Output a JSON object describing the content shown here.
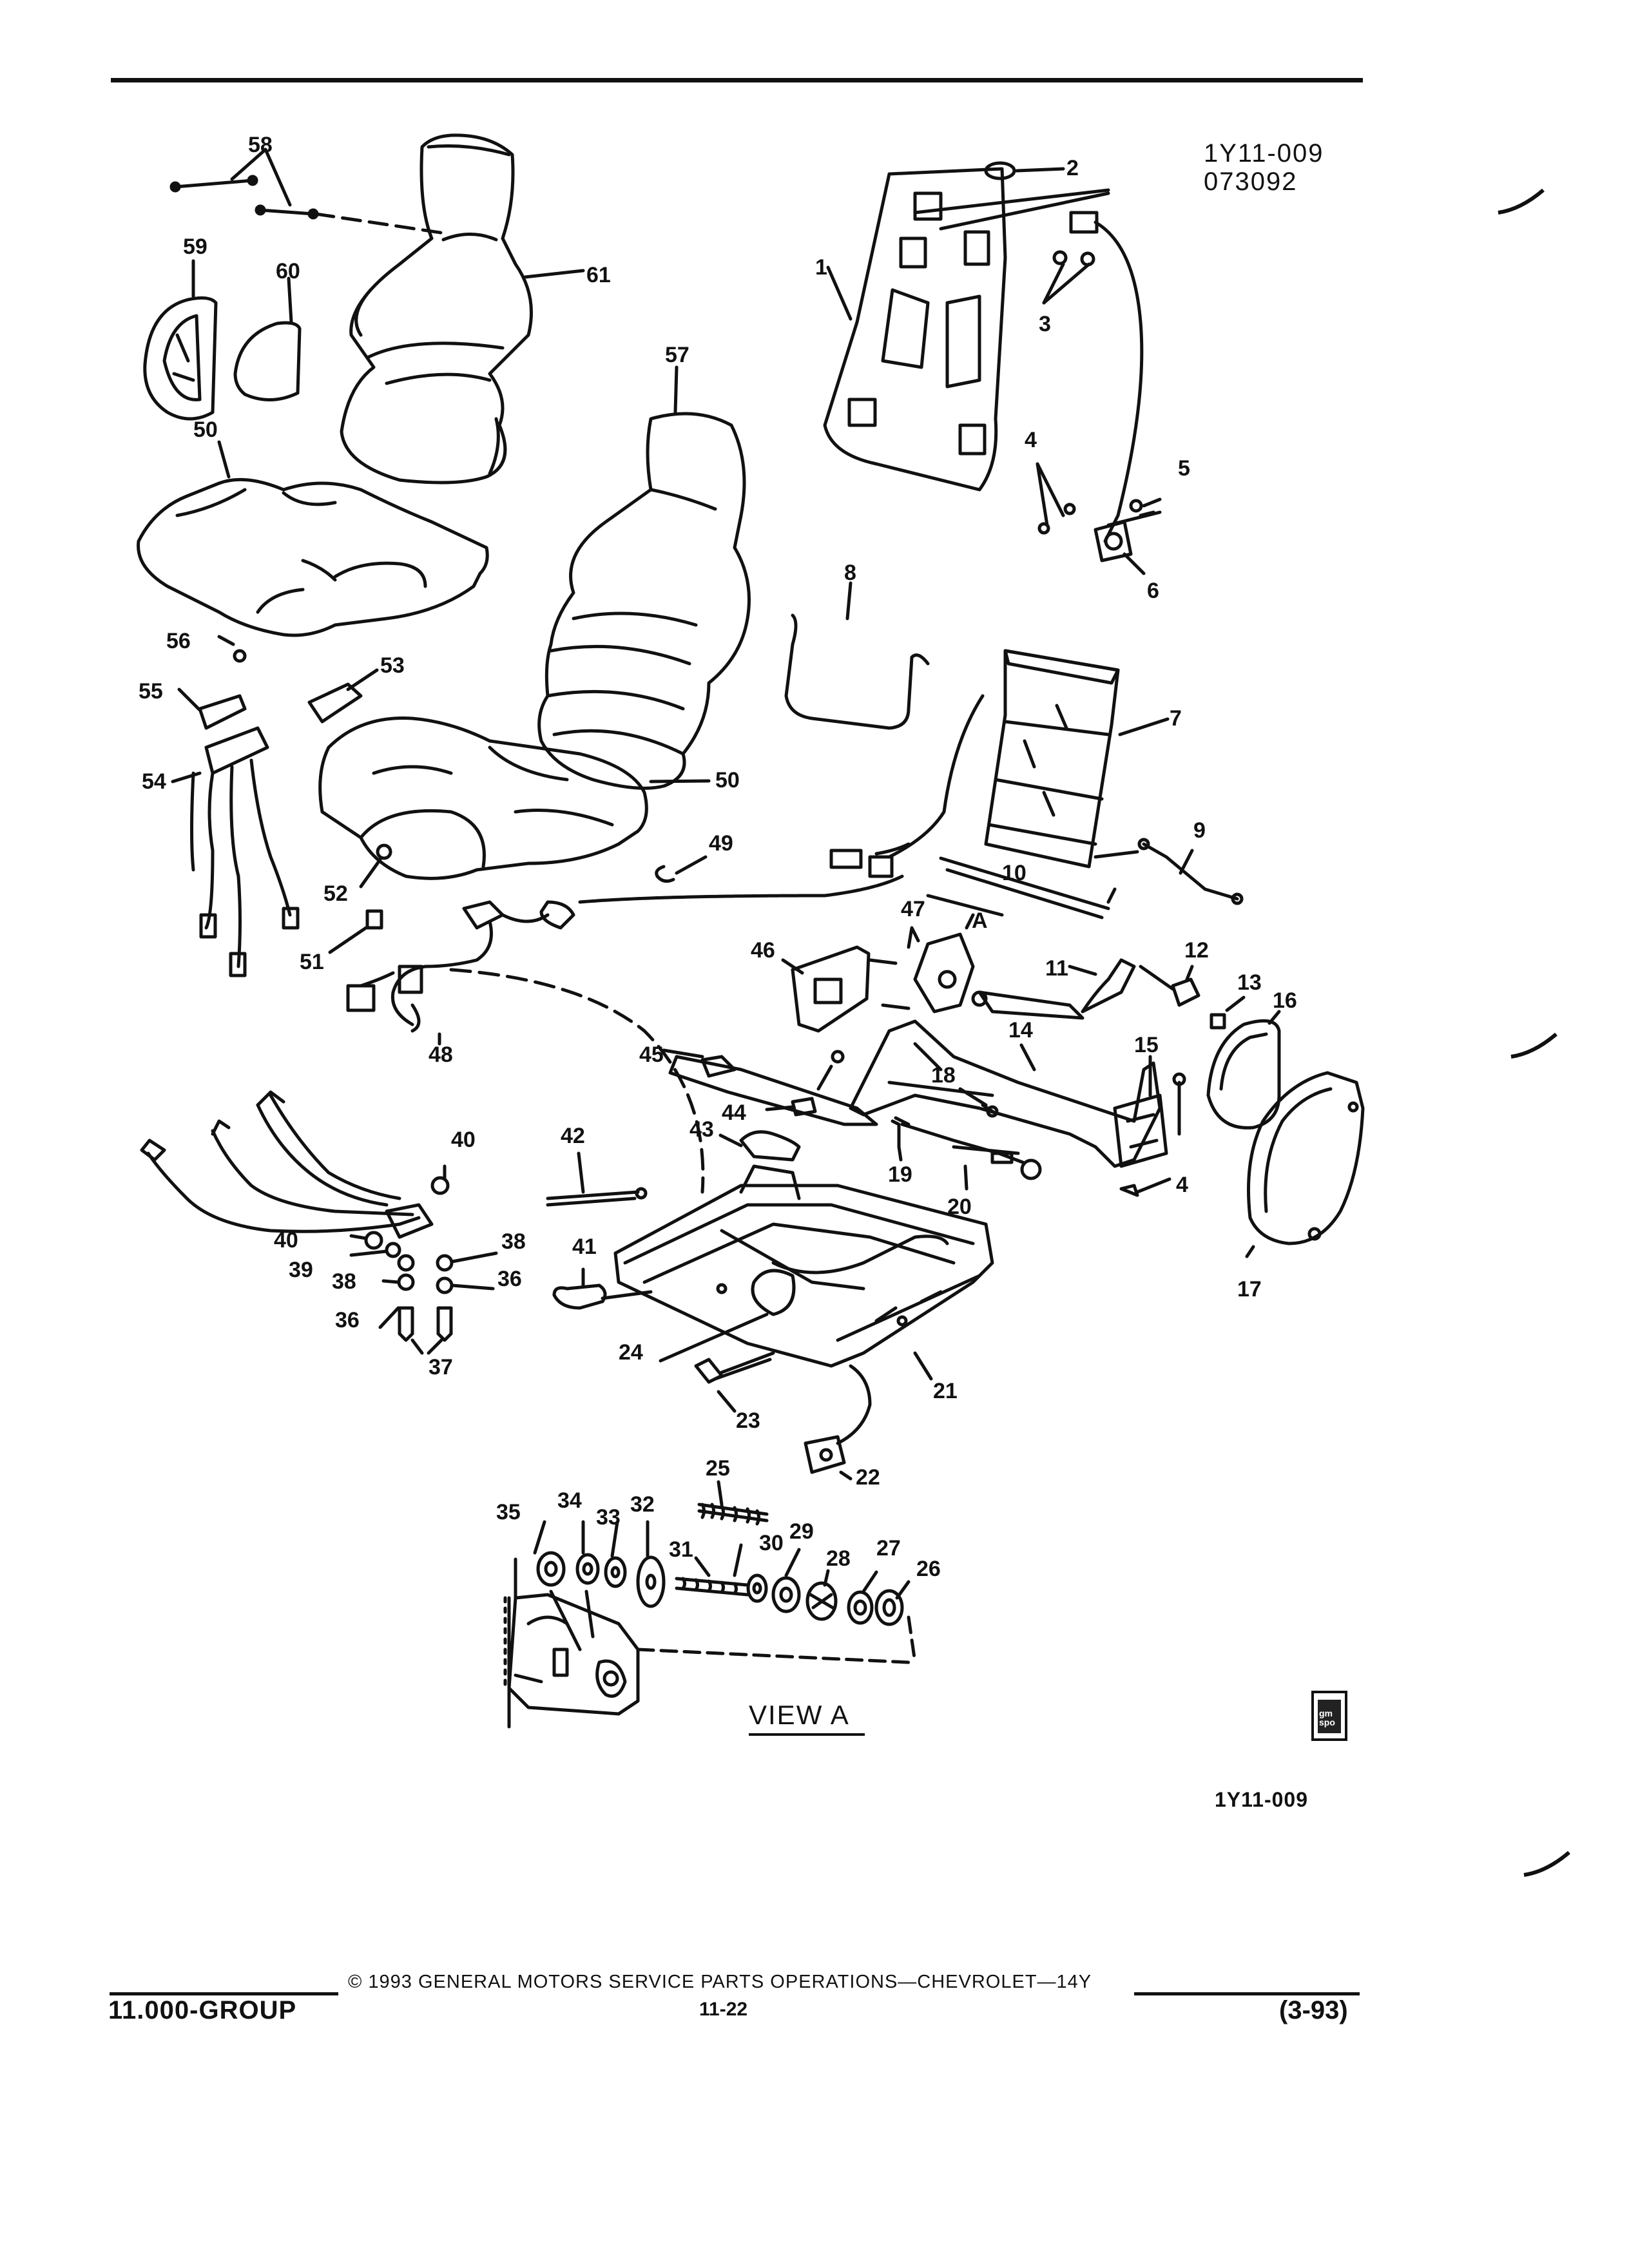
{
  "figure": {
    "ref_code": "1Y11-009",
    "ref_date": "073092",
    "view_label": "VIEW  A",
    "bottom_ref": "1Y11-009",
    "logo_text": "gm spo"
  },
  "callouts": [
    "58",
    "2",
    "1",
    "59",
    "60",
    "61",
    "3",
    "57",
    "4",
    "5",
    "50",
    "6",
    "8",
    "56",
    "53",
    "7",
    "55",
    "54",
    "50",
    "9",
    "49",
    "52",
    "10",
    "47",
    "51",
    "A",
    "46",
    "12",
    "11",
    "13",
    "16",
    "48",
    "14",
    "45",
    "15",
    "18",
    "44",
    "40",
    "42",
    "43",
    "19",
    "20",
    "4",
    "38",
    "40",
    "39",
    "36",
    "38",
    "41",
    "17",
    "36",
    "37",
    "24",
    "21",
    "23",
    "22",
    "25",
    "34",
    "32",
    "35",
    "33",
    "29",
    "30",
    "31",
    "28",
    "27",
    "26"
  ],
  "footer": {
    "copyright": "©  1993  GENERAL MOTORS SERVICE PARTS OPERATIONS—CHEVROLET—14Y",
    "group": "11.000-GROUP",
    "page": "11-22",
    "date": "(3-93)"
  }
}
